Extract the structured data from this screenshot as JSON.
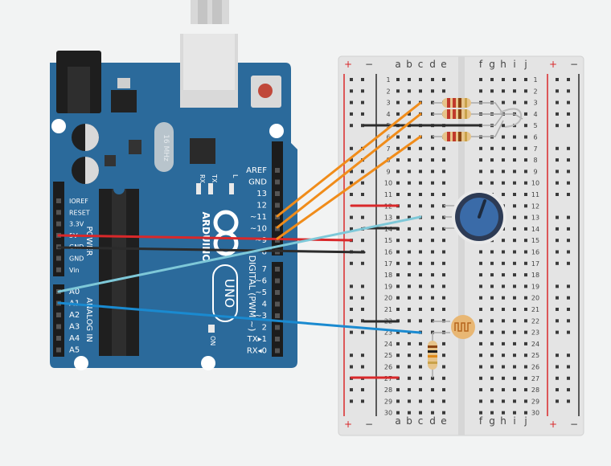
{
  "arduino": {
    "brand": "ARDUINO",
    "model": "UNO",
    "crystal": "16 MHz",
    "on_label": "ON",
    "tx_label": "TX",
    "rx_label": "RX",
    "l_label": "L",
    "power_header": [
      "IOREF",
      "RESET",
      "3.3V",
      "5V",
      "GND",
      "GND",
      "Vin"
    ],
    "power_title": "POWER",
    "analog_title": "ANALOG IN",
    "analog_header": [
      "A0",
      "A1",
      "A2",
      "A3",
      "A4",
      "A5"
    ],
    "digital_title": "DIGITAL (PWM ~)",
    "digital_top": [
      "AREF",
      "GND",
      "13",
      "12",
      "~11",
      "~10",
      "~9",
      "8"
    ],
    "digital_bottom": [
      "7",
      "~6",
      "~5",
      "4",
      "~3",
      "2",
      "TX▸1",
      "RX◂0"
    ]
  },
  "breadboard": {
    "columns_left": [
      "a",
      "b",
      "c",
      "d",
      "e"
    ],
    "columns_right": [
      "f",
      "g",
      "h",
      "i",
      "j"
    ],
    "rows": 30,
    "plus": "+",
    "minus": "−"
  },
  "colors": {
    "board_blue": "#2b6a9b",
    "wire_red": "#d9282a",
    "wire_black": "#2b2b2b",
    "wire_orange": "#f08c1a",
    "wire_lightblue": "#7ec8d8",
    "wire_blue": "#1a8ad0"
  },
  "components": {
    "resistor_labels": [
      "resistor-1",
      "resistor-2",
      "resistor-3"
    ],
    "potentiometer": "potentiometer",
    "photoresistor": "photoresistor",
    "rgb_led": "rgb-led"
  }
}
